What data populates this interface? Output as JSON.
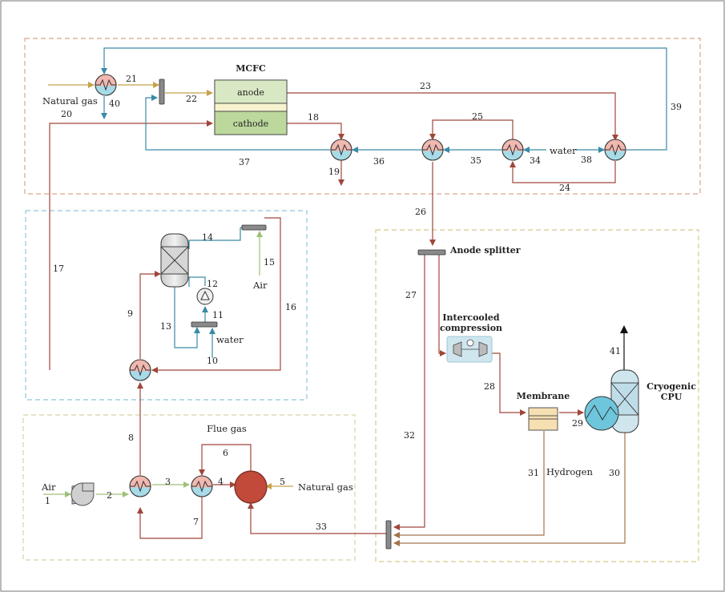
{
  "units": {
    "mcfc": "MCFC",
    "anode": "anode",
    "cathode": "cathode",
    "anode_splitter": "Anode splitter",
    "intercooled_line1": "Intercooled",
    "intercooled_line2": "compression",
    "membrane": "Membrane",
    "cryogenic_line1": "Cryogenic",
    "cryogenic_line2": "CPU",
    "flue_gas": "Flue gas"
  },
  "inputs": {
    "natural_gas_top": "Natural gas",
    "water_top": "water",
    "air_mid": "Air",
    "water_mid": "water",
    "air_bottom": "Air",
    "natural_gas_bottom": "Natural gas",
    "hydrogen": "Hydrogen"
  },
  "streams": {
    "s1": "1",
    "s2": "2",
    "s3": "3",
    "s4": "4",
    "s5": "5",
    "s6": "6",
    "s7": "7",
    "s8": "8",
    "s9": "9",
    "s10": "10",
    "s11": "11",
    "s12": "12",
    "s13": "13",
    "s14": "14",
    "s15": "15",
    "s16": "16",
    "s17": "17",
    "s18": "18",
    "s19": "19",
    "s20": "20",
    "s21": "21",
    "s22": "22",
    "s23": "23",
    "s24": "24",
    "s25": "25",
    "s26": "26",
    "s27": "27",
    "s28": "28",
    "s29": "29",
    "s30": "30",
    "s31": "31",
    "s32": "32",
    "s33": "33",
    "s34": "34",
    "s35": "35",
    "s36": "36",
    "s37": "37",
    "s38": "38",
    "s39": "39",
    "s40": "40",
    "s41": "41"
  },
  "colors": {
    "hot_stream": "#a0463a",
    "cold_stream": "#3a8aa6",
    "fuel_stream": "#c8a24a",
    "air_stream": "#9ec07a",
    "brown_stream": "#a0744a",
    "box_mcfc": "#d9a58a",
    "box_cleanup": "#8ec7da",
    "box_capture": "#d8c98a",
    "box_bottom": "#d8d3a6"
  }
}
